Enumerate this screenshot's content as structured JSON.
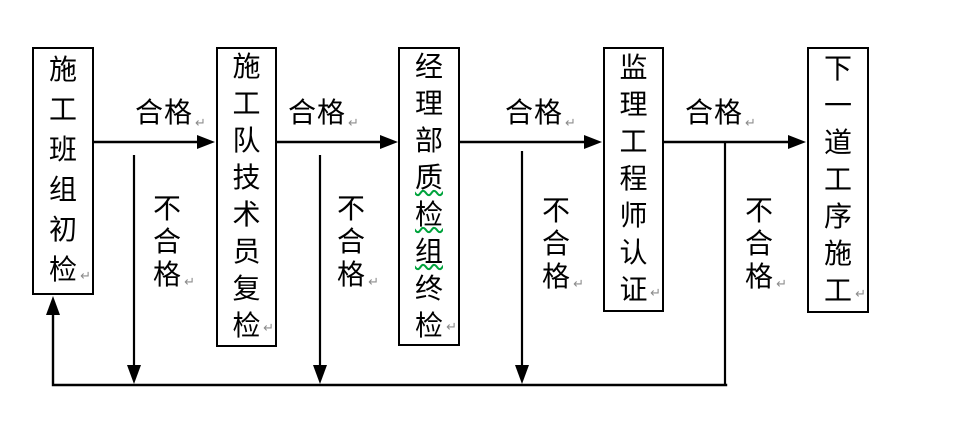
{
  "diagram": {
    "title_meaning": "construction-quality-inspection-flow",
    "paragraph_mark": "↵",
    "colors": {
      "background": "#ffffff",
      "line": "#000000",
      "text": "#000000",
      "spellcheck_squiggle": "#00a33c",
      "paragraph_mark": "#8c8c8c"
    },
    "boxes": [
      {
        "label": "施工班组初检"
      },
      {
        "label": "施工队技术员复检"
      },
      {
        "label": "经理部质检组终检",
        "squiggle_char_indices": [
          3,
          4,
          5
        ]
      },
      {
        "label": "监理工程师认证"
      },
      {
        "label": "下一道工序施工"
      }
    ],
    "pass_labels": [
      {
        "text": "合格"
      },
      {
        "text": "合格"
      },
      {
        "text": "合格"
      },
      {
        "text": "合格"
      }
    ],
    "fail_labels": [
      {
        "text": "不合格"
      },
      {
        "text": "不合格"
      },
      {
        "text": "不合格"
      },
      {
        "text": "不合格"
      }
    ]
  }
}
